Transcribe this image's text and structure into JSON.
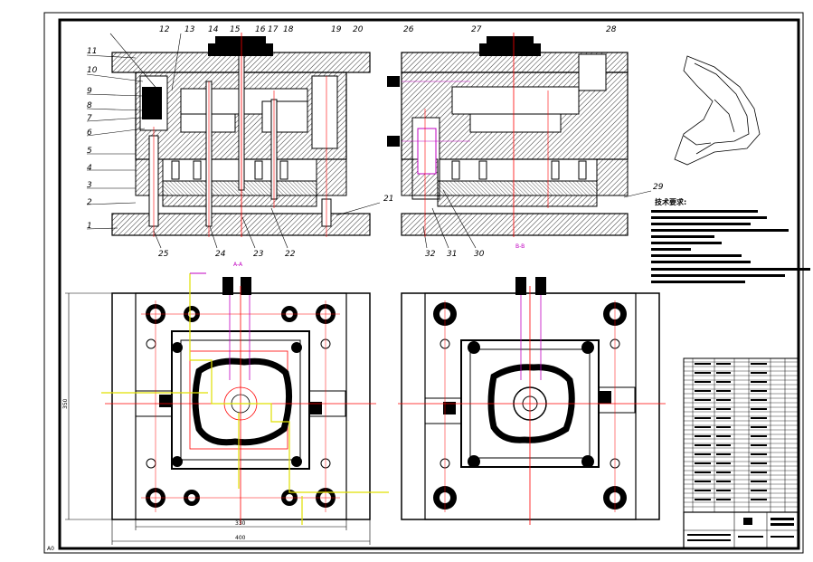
{
  "drawing": {
    "part_numbers_left": [
      "1",
      "2",
      "3",
      "4",
      "5",
      "6",
      "7",
      "8",
      "9",
      "10",
      "11"
    ],
    "part_numbers_top": [
      "12",
      "13",
      "14",
      "15",
      "16",
      "17",
      "18",
      "19",
      "20",
      "26",
      "27",
      "28"
    ],
    "part_numbers_bottom": [
      "25",
      "24",
      "23",
      "22",
      "32",
      "31",
      "30"
    ],
    "part_numbers_right": [
      "21",
      "29"
    ],
    "tech_requirements_title": "技术要求:",
    "dim_width_inner": "330",
    "dim_width_outer": "400",
    "dim_height": "350",
    "section_label_a": "A-A",
    "section_label_b": "B-B",
    "corner_label": "A0"
  },
  "colors": {
    "line": "#000000",
    "centerline": "#ff0000",
    "cooling": "#c000c0",
    "runner": "#e0e000",
    "hatch": "#000000"
  }
}
